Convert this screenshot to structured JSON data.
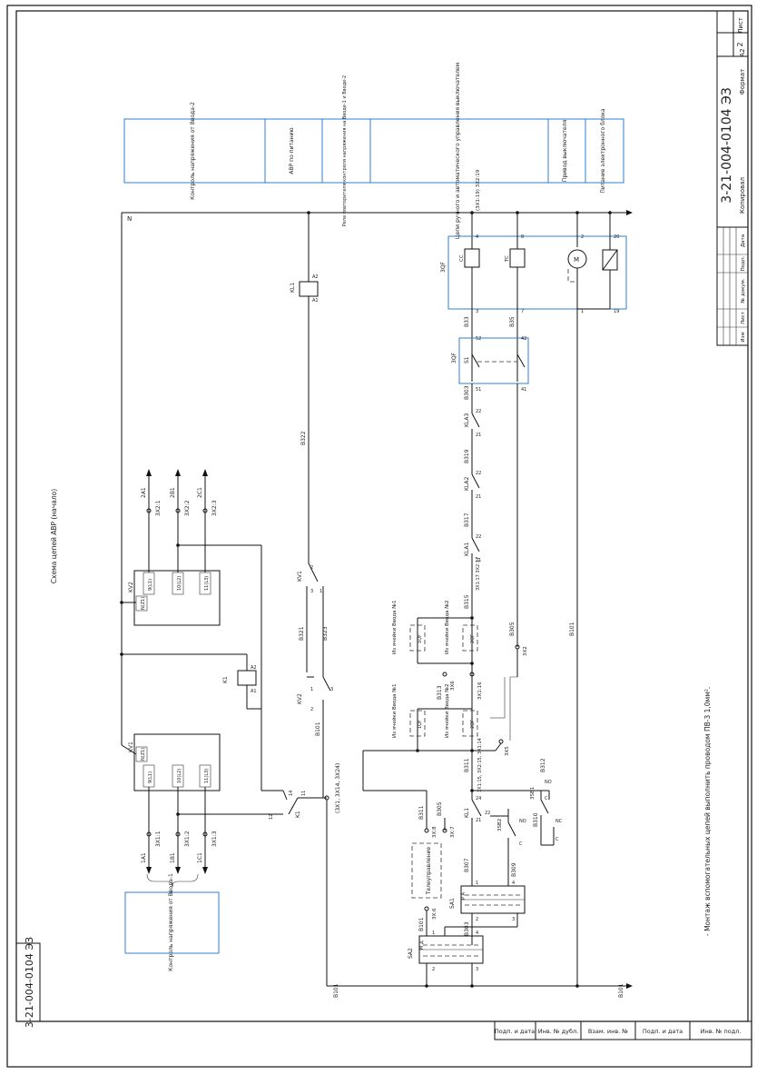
{
  "drawing": {
    "doc_code": "3-21-004-0104 ЭЗ",
    "left_stamp_code": "3-21-004-0104 ЭЗ",
    "sheet_label": "Лист",
    "sheet_number": "2",
    "format_label": "Формат",
    "format_value": "А2",
    "copied_label": "Копировал",
    "footnote": "- Монтаж вспомогательных цепей выполнить проводом ПВ-3 1,0мм².",
    "diagram_title": "Схема цепей АВР (начало)",
    "stamp_cols": [
      "Изм",
      "Лист",
      "№ докум.",
      "Подп.",
      "Дата"
    ],
    "side_stamp": [
      "Подп. и дата",
      "Инв. № дубл.",
      "Взам. инв. №",
      "Подп. и дата",
      "Инв. № подл."
    ]
  },
  "functional_blocks": [
    "Контроль напряжения от Ввода-2",
    "АВР по питанию",
    "Реле повторителя контроля напряжения на Вводе-1 и Вводе-2",
    "Цепи ручного и автоматического управления выключателем",
    "Привод выключателя",
    "Питание электронного блока"
  ],
  "left_block": "Контроль напряжения от Ввода-1",
  "relays": {
    "kv1": "KV1",
    "kv2": "KV2",
    "k1": "K1",
    "kl1": "KL1",
    "kla1": "KLA1",
    "kla2": "KLA2",
    "kla3": "KLA3",
    "sa1": "SA1",
    "sa2": "SA2",
    "sb1": "3SB1",
    "sb2": "3SB2",
    "qf": "3QF",
    "s1": "S1",
    "cc": "CC",
    "tc": "TC",
    "m": "M"
  },
  "relay_terms": {
    "kv_inputs": [
      "9(L1)",
      "10(L2)",
      "11(L3)"
    ],
    "kv_n": "N(Z1)",
    "a1": "A1",
    "a2": "A2"
  },
  "phases_in1": [
    "1A1",
    "1B1",
    "1C1"
  ],
  "phases_in2": [
    "2A1",
    "2B1",
    "2C1"
  ],
  "terminals_in1": [
    "3X1:1",
    "3X1:2",
    "3X1:3"
  ],
  "terminals_in2": [
    "3X2:1",
    "3X2:2",
    "3X2:3"
  ],
  "wires": {
    "b101": "B101",
    "b322": "B322",
    "b321": "B321",
    "b323": "B323",
    "b311": "B311",
    "b313": "B313",
    "b315": "B315",
    "b317": "B317",
    "b319": "B319",
    "b303": "B303",
    "b33": "B33",
    "b35": "B35",
    "b305": "B305",
    "b307": "B307",
    "b309": "B309",
    "b310": "B310",
    "b312": "B312",
    "n": "N"
  },
  "terminals": {
    "x1_group": "(3X1, 3X14, 3X24)",
    "x2_top": "(3X1:19) 3X2:19",
    "x15": "3X1:15, 3X2:15, 3X1:14",
    "x16": "3X1:16",
    "x6": "3X6",
    "x5": "3X5",
    "x2": "3X2",
    "x17": "3X1:17 3X2:17",
    "x7": "3X:7",
    "x38": "3X:8",
    "x36": "3X:6"
  },
  "notes": {
    "cell1": "Из ячейки Ввода №1",
    "cell2": "Из ячейки Ввода №2",
    "telecontrol": "Телеуправление",
    "qf1": "1QF",
    "qf2": "2QF",
    "sa_pa": "P  A",
    "sa_md": "M  Д",
    "contact_no": "NO",
    "contact_nc": "NC",
    "contact_c": "C"
  },
  "pins": {
    "p1": "1",
    "p2": "2",
    "p3": "3",
    "p4": "4",
    "p7": "7",
    "p8": "8",
    "p11": "11",
    "p12": "12",
    "p14": "14",
    "p19": "19",
    "p20": "20",
    "p21": "21",
    "p22": "22",
    "p24": "24",
    "p41": "41",
    "p42": "42",
    "p51": "51",
    "p52": "52"
  }
}
